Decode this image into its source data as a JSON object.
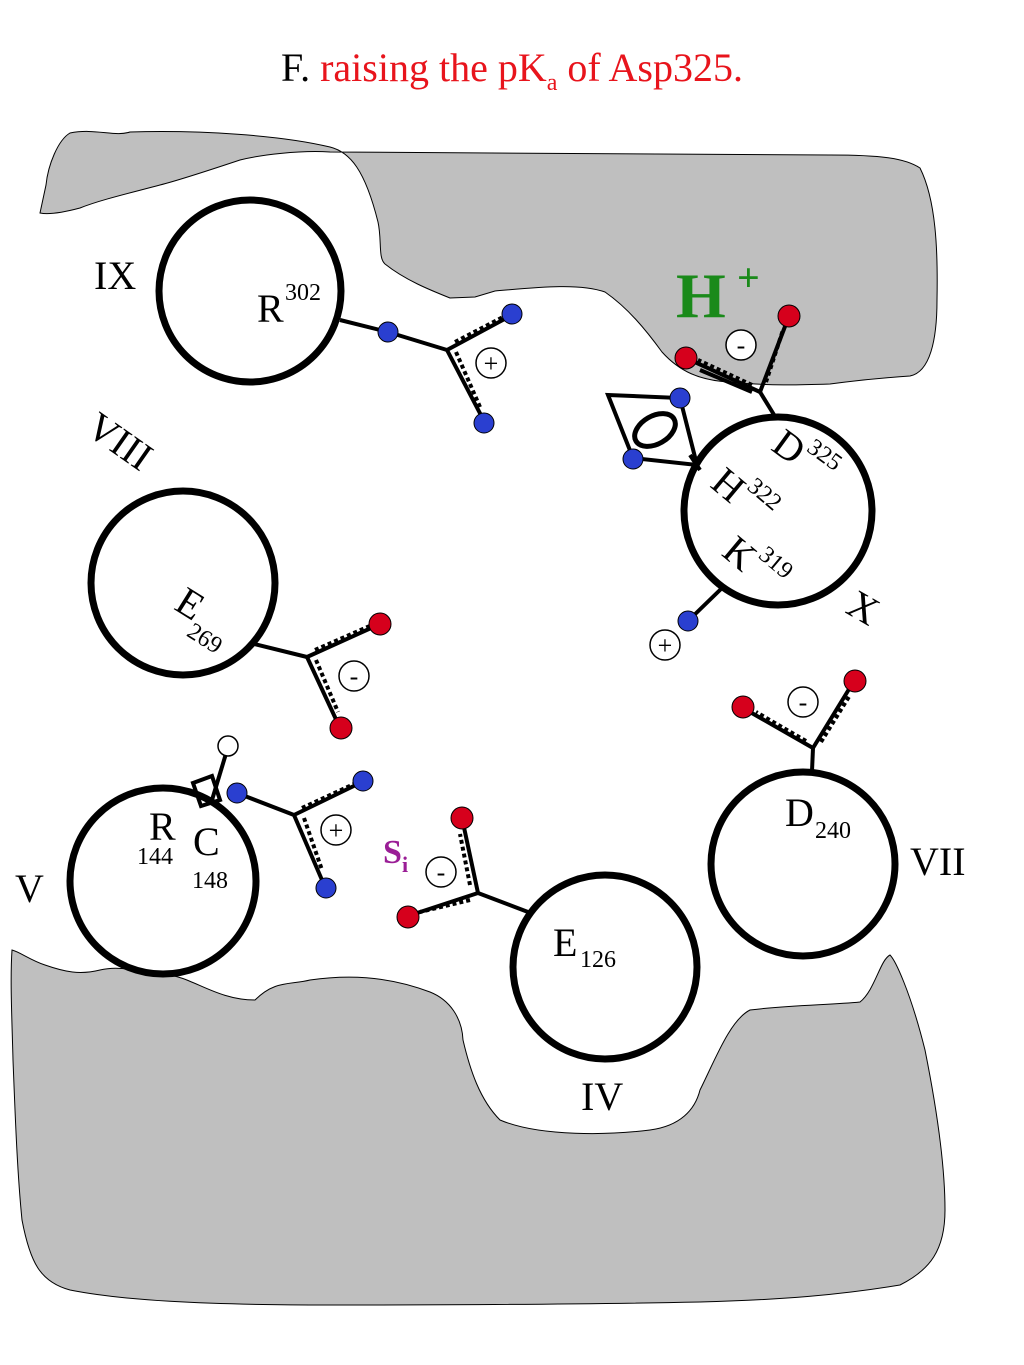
{
  "title": {
    "lead": "F.",
    "phrase_before_sub": "raising the pK",
    "subscript": "a",
    "phrase_after_sub": " of Asp325."
  },
  "helices": {
    "IX": "IX",
    "VIII": "VIII",
    "V": "V",
    "IV": "IV",
    "VII": "VII",
    "X": "X"
  },
  "residues": {
    "R302": {
      "letter": "R",
      "number": "302"
    },
    "E269": {
      "letter": "E",
      "number": "269"
    },
    "R144": {
      "letter": "R",
      "number": "144"
    },
    "C148": {
      "letter": "C",
      "number": "148"
    },
    "E126": {
      "letter": "E",
      "number": "126"
    },
    "D240": {
      "letter": "D",
      "number": "240"
    },
    "D325": {
      "letter": "D",
      "number": "325"
    },
    "H322": {
      "letter": "H",
      "number": "322"
    },
    "K319": {
      "letter": "K",
      "number": "319"
    }
  },
  "proton": {
    "symbol": "H",
    "charge": "+"
  },
  "substrate": {
    "letter": "S",
    "subscript": "i"
  },
  "charges": {
    "plus": "+",
    "minus": "-"
  },
  "colors": {
    "title_red": "#e8141c",
    "membrane_gray": "#bfbfbf",
    "oxygen_red": "#d6001c",
    "nitrogen_blue": "#2a3fd0",
    "proton_green": "#1a8a1a",
    "substrate_purple": "#9a1e96"
  }
}
